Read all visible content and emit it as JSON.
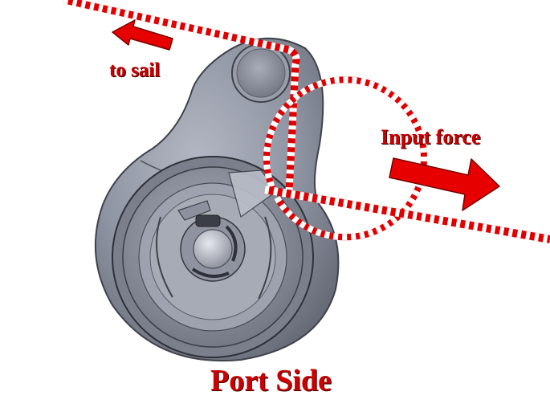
{
  "labels": {
    "to_sail": "to sail",
    "input_force": "Input force",
    "side": "Port Side"
  },
  "colors": {
    "rope_red": "#e00000",
    "rope_white": "#ffffff",
    "arrow_red": "#e60000",
    "label_red": "#cc0000",
    "body_gray": "#8e93a1",
    "body_dark": "#5d616d"
  },
  "icons": {
    "sail_arrow": "arrow-left-icon",
    "force_arrow": "arrow-right-icon"
  }
}
